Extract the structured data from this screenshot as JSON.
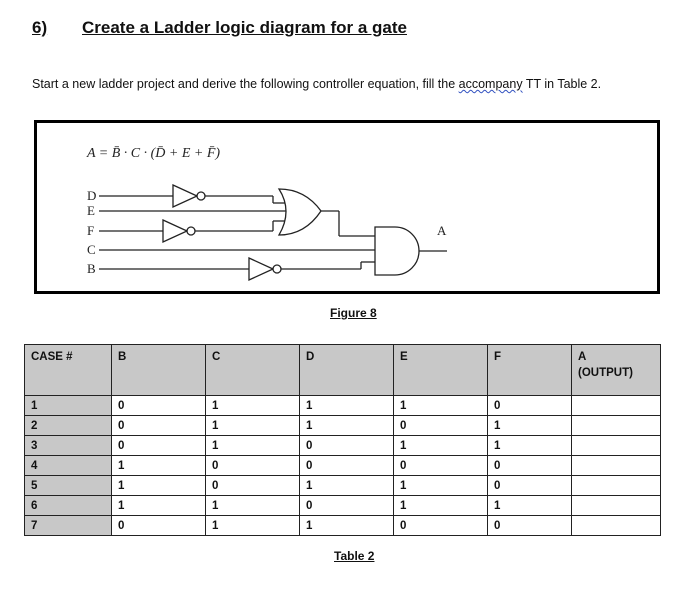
{
  "heading": {
    "number": "6)",
    "title": "Create a Ladder logic diagram for a gate"
  },
  "intro": {
    "before": "Start a new ladder project and derive the following controller equation, fill the ",
    "wavy": "accompany",
    "after": " TT in Table 2."
  },
  "figure": {
    "equation": "A = B̄ · C · (D̄ + E + F̄)",
    "inputs": [
      "D",
      "E",
      "F",
      "C",
      "B"
    ],
    "output": "A",
    "caption": "Figure 8"
  },
  "table": {
    "headers": [
      "CASE #",
      "B",
      "C",
      "D",
      "E",
      "F",
      "A"
    ],
    "output_sub": "(OUTPUT)",
    "rows": [
      [
        "1",
        "0",
        "1",
        "1",
        "1",
        "0",
        ""
      ],
      [
        "2",
        "0",
        "1",
        "1",
        "0",
        "1",
        ""
      ],
      [
        "3",
        "0",
        "1",
        "0",
        "1",
        "1",
        ""
      ],
      [
        "4",
        "1",
        "0",
        "0",
        "0",
        "0",
        ""
      ],
      [
        "5",
        "1",
        "0",
        "1",
        "1",
        "0",
        ""
      ],
      [
        "6",
        "1",
        "1",
        "0",
        "1",
        "1",
        ""
      ],
      [
        "7",
        "0",
        "1",
        "1",
        "0",
        "0",
        ""
      ]
    ],
    "caption": "Table 2"
  }
}
